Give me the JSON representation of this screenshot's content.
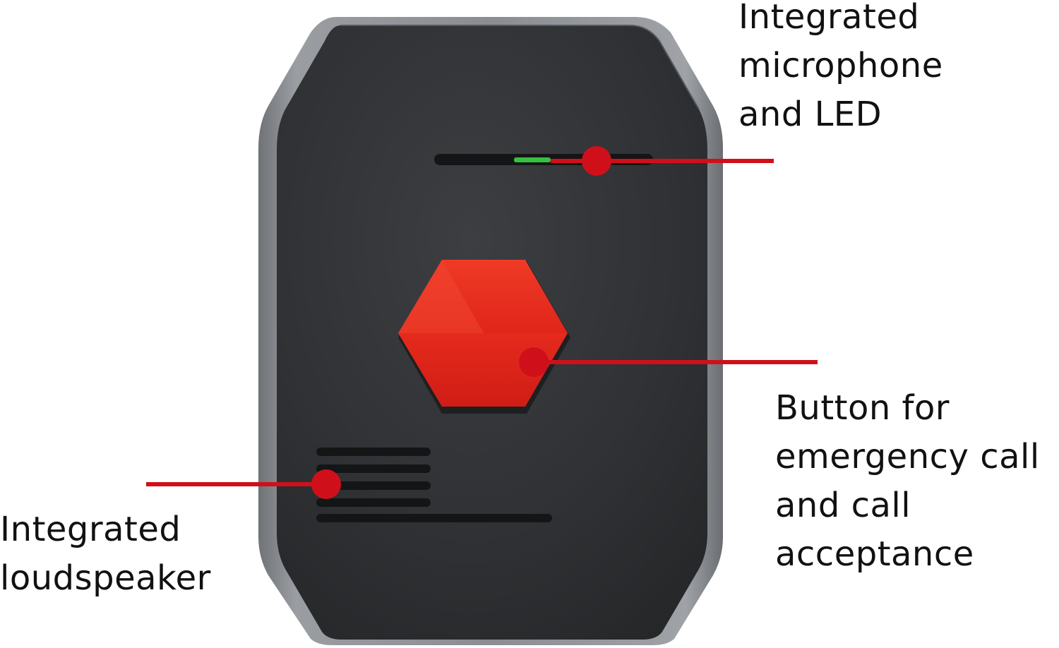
{
  "colors": {
    "housing_outer": "#7d8084",
    "housing_face": "#2e3033",
    "button_red": "#e8271b",
    "callout_red": "#cf101a",
    "led_green": "#35c13f",
    "text": "#111111"
  },
  "callouts": {
    "microphone_led": {
      "lines": [
        "Integrated",
        "microphone",
        "and LED"
      ]
    },
    "emergency_button": {
      "lines": [
        "Button for",
        "emergency call",
        "and call",
        "acceptance"
      ]
    },
    "loudspeaker": {
      "lines": [
        "Integrated",
        "loudspeaker"
      ]
    }
  }
}
